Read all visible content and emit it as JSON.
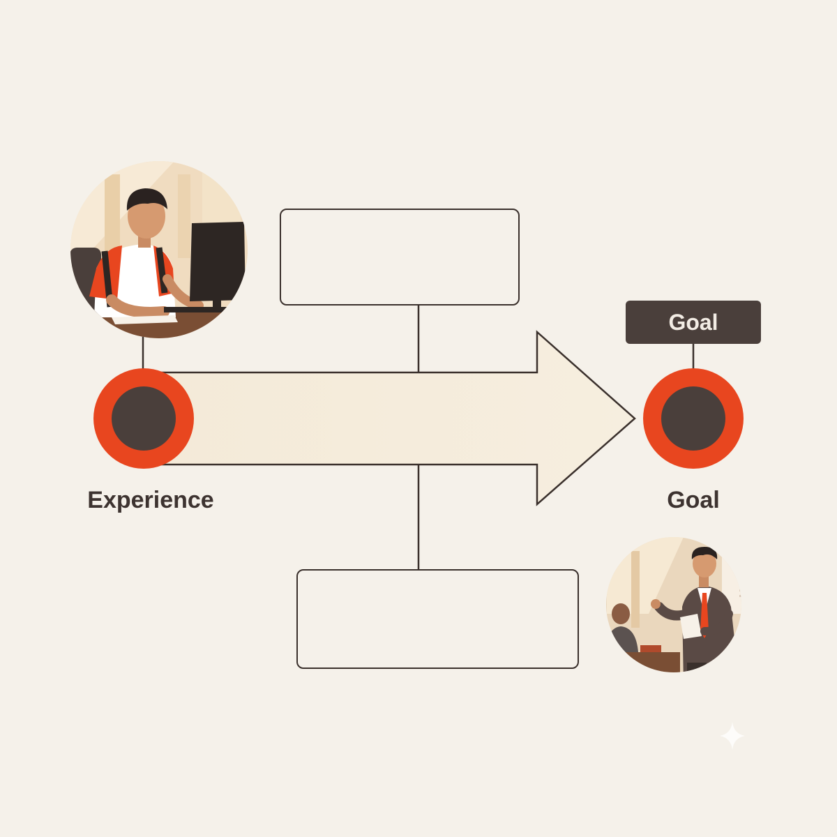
{
  "colors": {
    "background": "#f5f1ea",
    "arrow_fill": "#f3e9d6",
    "node_ring": "#e8461f",
    "node_core": "#4a3f3b",
    "line": "#3a302c"
  },
  "nodes": {
    "start_label": "Experience",
    "end_label": "Goal",
    "end_tag": "Goal"
  },
  "boxes": {
    "top_text": "",
    "bottom_text": ""
  },
  "illustrations": {
    "start": "student-at-computer",
    "end": "presenter-in-suit"
  }
}
